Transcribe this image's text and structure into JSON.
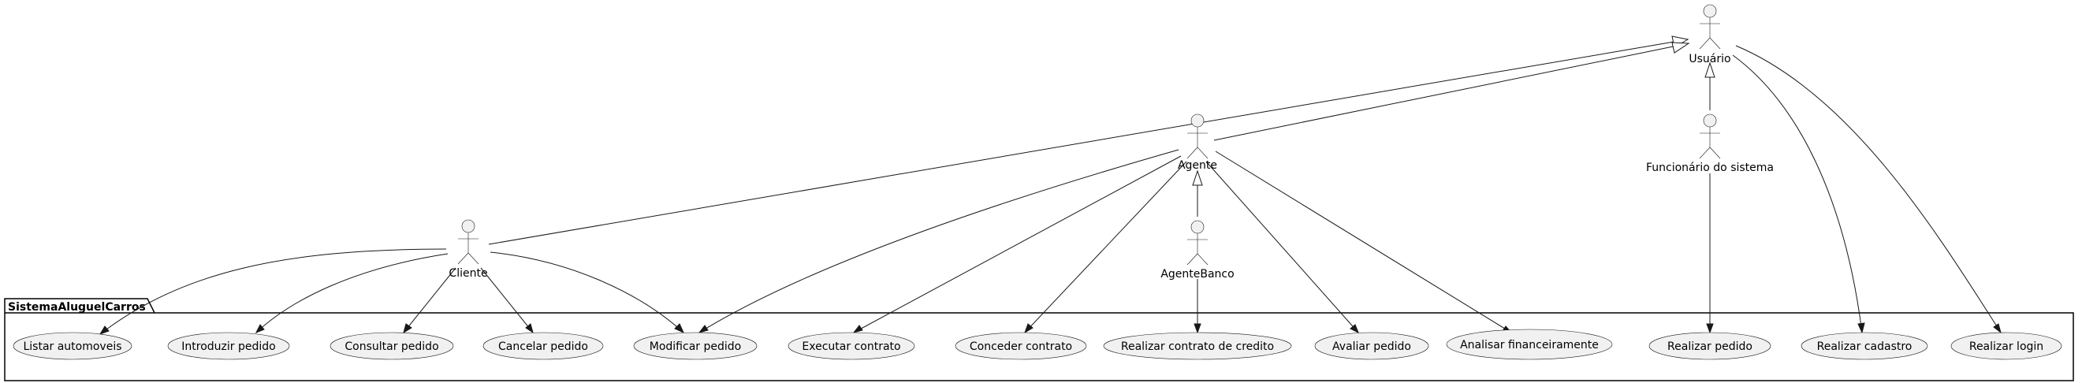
{
  "package": {
    "name": "SistemaAluguelCarros"
  },
  "actors": {
    "usuario": "Usuário",
    "funcionario": "Funcionário do sistema",
    "agente": "Agente",
    "agente_banco": "AgenteBanco",
    "cliente": "Cliente"
  },
  "use_cases": {
    "listar_automoveis": "Listar automoveis",
    "introduzir_pedido": "Introduzir pedido",
    "consultar_pedido": "Consultar pedido",
    "cancelar_pedido": "Cancelar pedido",
    "modificar_pedido": "Modificar pedido",
    "executar_contrato": "Executar contrato",
    "conceder_contrato": "Conceder contrato",
    "realizar_contrato_credito": "Realizar contrato de credito",
    "avaliar_pedido": "Avaliar pedido",
    "analisar_financeiramente": "Analisar financeiramente",
    "realizar_pedido": "Realizar pedido",
    "realizar_cadastro": "Realizar cadastro",
    "realizar_login": "Realizar login"
  }
}
